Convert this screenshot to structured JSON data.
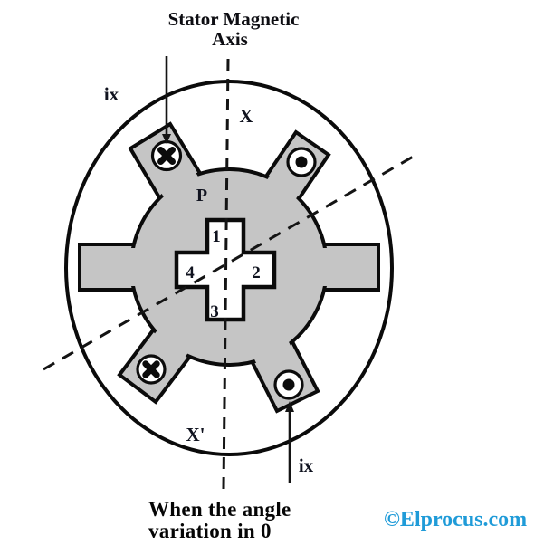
{
  "title": {
    "line1": "Stator Magnetic",
    "line2": "Axis"
  },
  "caption": {
    "line1": "When the angle",
    "line2": "variation in 0"
  },
  "watermark": {
    "text": "©Elprocus.com"
  },
  "labels": {
    "current_top": "ix",
    "current_bottom": "ix",
    "axis_top": "X",
    "axis_bottom": "X'",
    "pole": "P",
    "pos1": "1",
    "pos2": "2",
    "pos3": "3",
    "pos4": "4"
  },
  "icons": {
    "into_page": "current-into-page (circle with cross)",
    "out_of_page": "current-out-of-page (circle with dot)"
  },
  "colors": {
    "fill_gray": "#c5c5c5",
    "stroke_black": "#0b0b0b",
    "label_ink": "#10131f",
    "watermark_blue": "#1f9bd8",
    "background": "#ffffff"
  }
}
